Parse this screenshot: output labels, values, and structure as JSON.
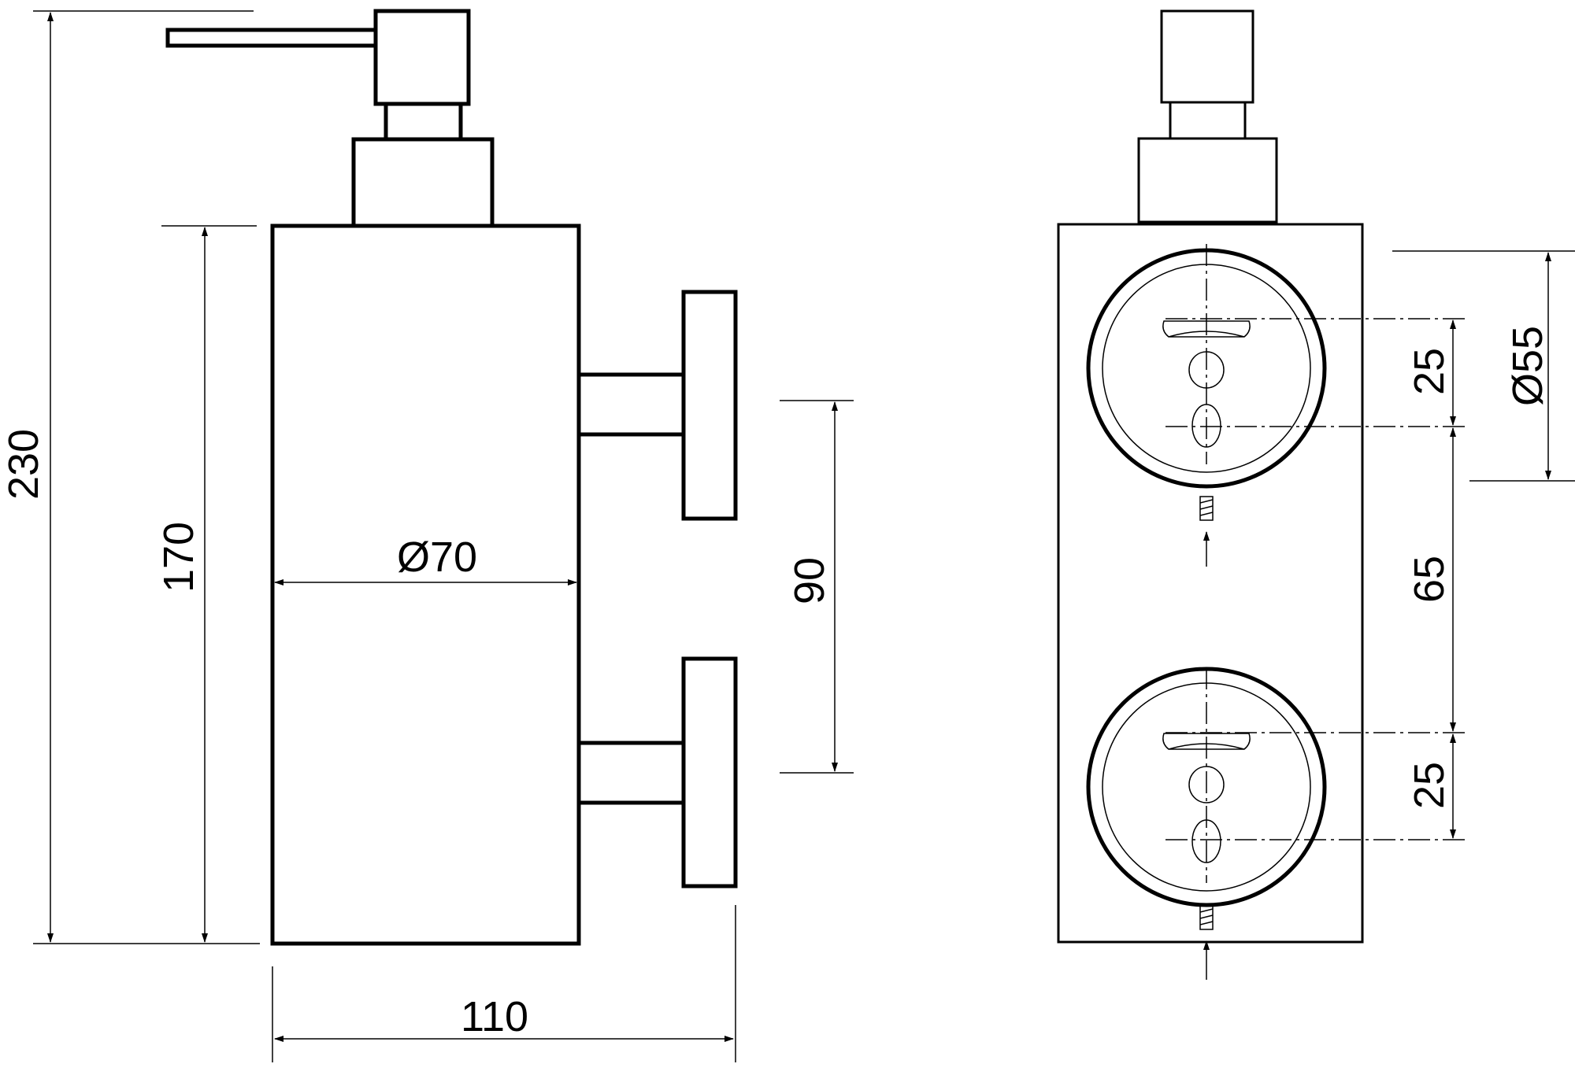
{
  "dimensions": {
    "total_height": "230",
    "body_height": "170",
    "body_diameter": "Ø70",
    "mount_spacing": "90",
    "total_depth": "110",
    "plate_diameter": "Ø55",
    "slot_offset_top": "25",
    "hole_spacing": "65",
    "slot_offset_bottom": "25"
  },
  "colors": {
    "line": "#000000",
    "background": "#ffffff"
  }
}
